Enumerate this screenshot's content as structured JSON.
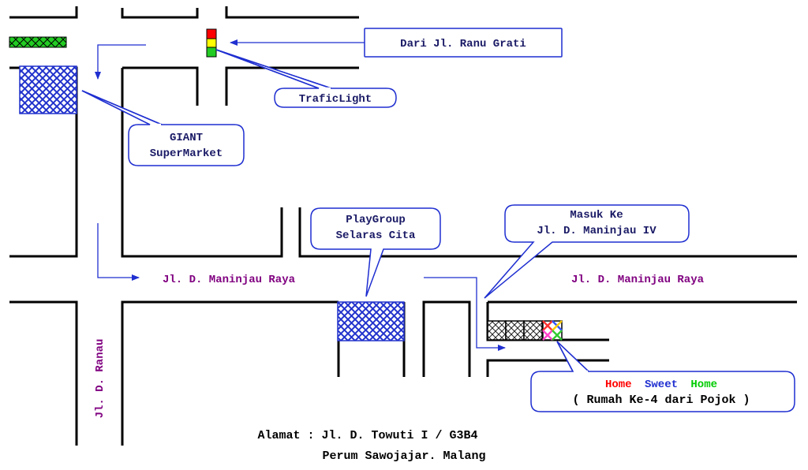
{
  "streets": {
    "top_right": "Dari Jl. Ranu Grati",
    "main_left": "Jl. D. Maninjau Raya",
    "main_right": "Jl. D. Maninjau Raya",
    "vertical": "Jl. D. Ranau"
  },
  "landmarks": {
    "traffic_light": "TraficLight",
    "giant_line1": "GIANT",
    "giant_line2": "SuperMarket",
    "playgroup_line1": "PlayGroup",
    "playgroup_line2": "Selaras Cita",
    "masuk_line1": "Masuk Ke",
    "masuk_line2": "Jl. D. Maninjau IV"
  },
  "home": {
    "word1": "Home",
    "word2": "Sweet",
    "word3": "Home",
    "note": "( Rumah Ke-4 dari Pojok )",
    "colors": {
      "word1": "#ff0000",
      "word2": "#1f2fd0",
      "word3": "#00cc00"
    }
  },
  "address": {
    "line1": "Alamat : Jl. D. Towuti I / G3B4",
    "line2": "Perum Sawojajar. Malang"
  },
  "colors": {
    "accent_blue": "#1f2fd0",
    "block_blue": "#2233cc",
    "street_label": "#800080",
    "green_block": "#22cc22"
  }
}
